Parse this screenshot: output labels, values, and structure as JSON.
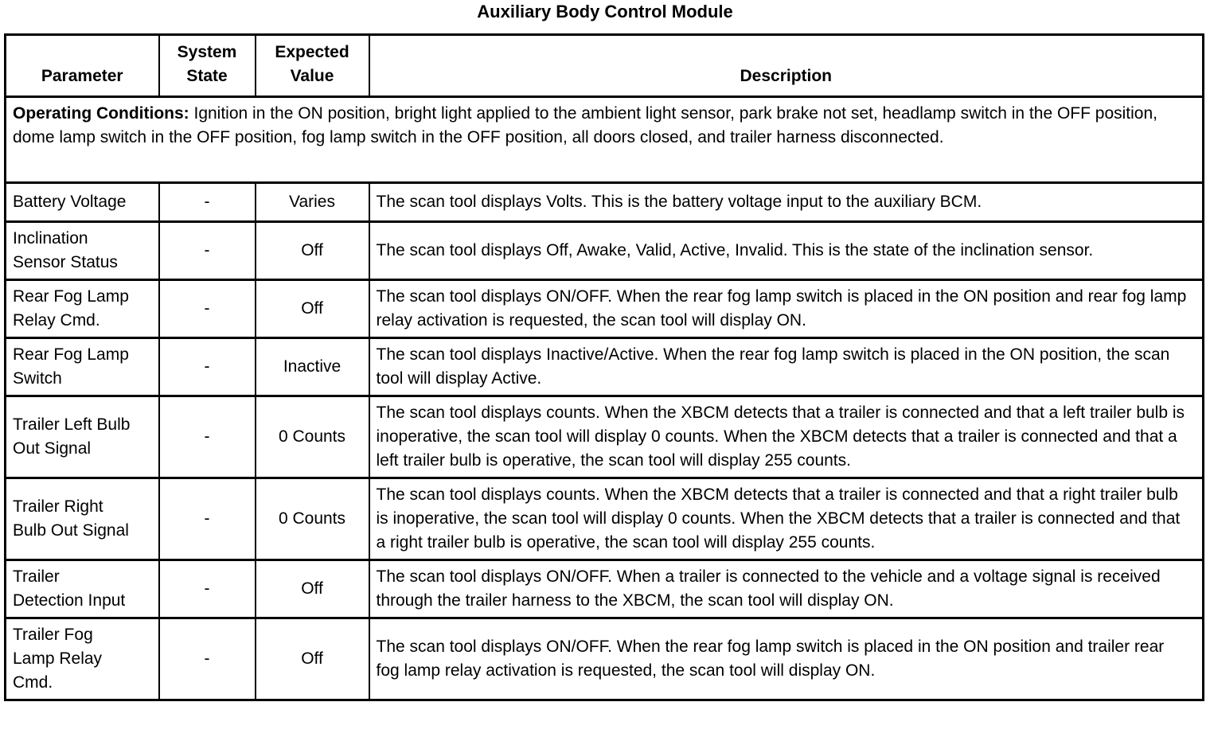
{
  "title": "Auxiliary Body Control Module",
  "table": {
    "headers": {
      "parameter": "Parameter",
      "system_state": "System State",
      "expected_value": "Expected Value",
      "description": "Description"
    },
    "operating_conditions": {
      "label": "Operating Conditions:",
      "text": " Ignition in the ON position, bright light applied to the ambient light sensor, park brake not set, headlamp switch in the OFF position, dome lamp switch in the OFF position, fog lamp switch in the OFF position, all doors closed, and trailer harness disconnected."
    },
    "rows": [
      {
        "parameter": "Battery Voltage",
        "system_state": "-",
        "expected_value": "Varies",
        "description": "The scan tool displays Volts. This is the battery voltage input to the auxiliary BCM."
      },
      {
        "parameter": "Inclination Sensor Status",
        "system_state": "-",
        "expected_value": "Off",
        "description": "The scan tool displays Off, Awake, Valid, Active, Invalid. This is the state of the inclination sensor."
      },
      {
        "parameter": "Rear Fog Lamp Relay Cmd.",
        "system_state": "-",
        "expected_value": "Off",
        "description": "The scan tool displays ON/OFF. When the rear fog lamp switch is placed in the ON position and rear fog lamp relay activation is requested, the scan tool will display ON."
      },
      {
        "parameter": "Rear Fog Lamp Switch",
        "system_state": "-",
        "expected_value": "Inactive",
        "description": "The scan tool displays Inactive/Active. When the rear fog lamp switch is placed in the ON position, the scan tool will display Active."
      },
      {
        "parameter": "Trailer Left Bulb Out Signal",
        "system_state": "-",
        "expected_value": "0 Counts",
        "description": "The scan tool displays counts. When the XBCM detects that a trailer is connected and that a left trailer bulb is inoperative, the scan tool will display 0 counts. When the XBCM detects that a trailer is connected and that a left trailer bulb is operative, the scan tool will display 255 counts."
      },
      {
        "parameter": "Trailer Right Bulb Out Signal",
        "system_state": "-",
        "expected_value": "0 Counts",
        "description": "The scan tool displays counts. When the XBCM detects that a trailer is connected and that a right trailer bulb is inoperative, the scan tool will display 0 counts. When the XBCM detects that a trailer is connected and that a right trailer bulb is operative, the scan tool will display 255 counts."
      },
      {
        "parameter": "Trailer Detection Input",
        "system_state": "-",
        "expected_value": "Off",
        "description": "The scan tool displays ON/OFF. When a trailer is connected to the vehicle and a voltage signal is received through the trailer harness to the XBCM, the scan tool will display ON."
      },
      {
        "parameter": "Trailer Fog Lamp Relay Cmd.",
        "system_state": "-",
        "expected_value": "Off",
        "description": "The scan tool displays ON/OFF. When the rear fog lamp switch is placed in the ON position and trailer rear fog lamp relay activation is requested, the scan tool will display ON."
      }
    ]
  }
}
